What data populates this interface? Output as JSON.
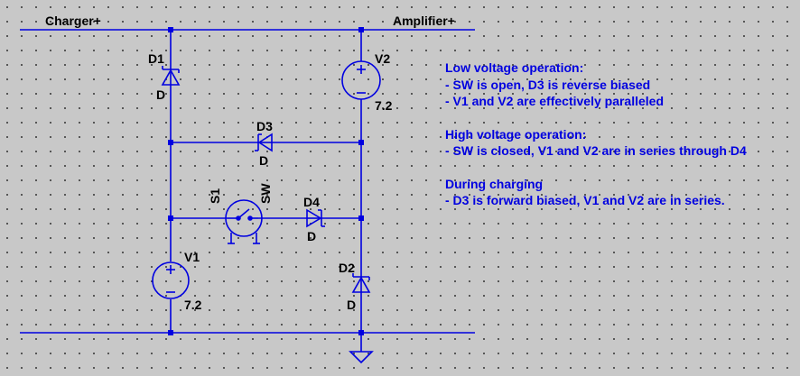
{
  "nets": {
    "charger_plus": "Charger+",
    "amplifier_plus": "Amplifier+"
  },
  "components": {
    "d1": {
      "ref": "D1",
      "value": "D"
    },
    "d2": {
      "ref": "D2",
      "value": "D"
    },
    "d3": {
      "ref": "D3",
      "value": "D"
    },
    "d4": {
      "ref": "D4",
      "value": "D"
    },
    "v1": {
      "ref": "V1",
      "value": "7.2"
    },
    "v2": {
      "ref": "V2",
      "value": "7.2"
    },
    "s1": {
      "ref": "S1",
      "value": "SW"
    }
  },
  "notes": {
    "low_title": "Low voltage operation:",
    "low_line1": "- SW is open, D3 is reverse biased",
    "low_line2": "- V1 and V2 are effectively paralleled",
    "high_title": "High voltage operation:",
    "high_line1": "- SW is closed, V1 and V2 are in series through D4",
    "charging_title": "During charging",
    "charging_line1": "- D3 is forward biased, V1 and V2 are in series."
  },
  "colors": {
    "wire": "#0000e0",
    "background": "#c8c8c8",
    "label": "#000000",
    "note_text": "#0000e0"
  }
}
